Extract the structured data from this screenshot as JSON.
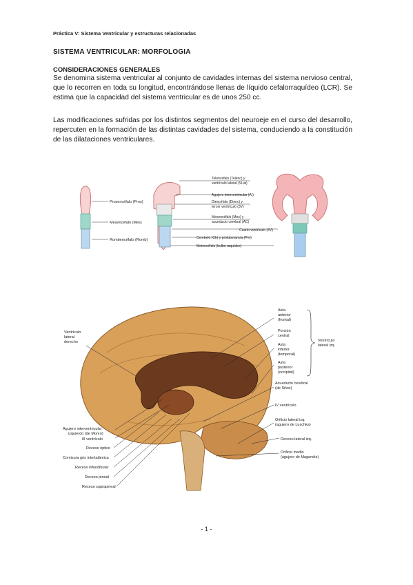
{
  "header": "Práctica V: Sistema Ventricular y estructuras relacionadas",
  "title": "SISTEMA VENTRICULAR: MORFOLOGIA",
  "subtitle": "CONSIDERACIONES GENERALES",
  "paragraph1": "Se denomina sistema ventricular al conjunto de cavidades internas del sistema nervioso central, que lo recorren en toda su longitud, encontrándose llenas de líquido cefalorraquídeo (LCR). Se estima que la capacidad del sistema ventricular es de unos 250 cc.",
  "paragraph2": "Las modificaciones sufridas por los distintos segmentos del neuroeje en el curso del desarrollo, repercuten en la formación de las distintas cavidades del sistema, conduciendo a la constitución de las dilataciones ventriculares.",
  "figure1": {
    "left_labels": [
      "Prosencéfalo (Pros)",
      "Mesencéfalo (Mes)",
      "Rombencéfalo (Romb)"
    ],
    "right_labels": [
      "Telencéfalo (Telenc) y",
      "ventrículo lateral (VLat)",
      "Agujero interventricular (AI)",
      "Diencéfalo (Dienc) y",
      "tercer ventrículo (3V)",
      "Mesencéfalo (Mes) y",
      "acueducto cerebral (AC)",
      "Cuarto ventrículo (4V)",
      "Cerebelo (Cb) y protuberancia (Pro)",
      "Metencéfalo (bulbo raquídeo)"
    ]
  },
  "figure2": {
    "left_top": [
      "Ventrículo",
      "lateral",
      "derecho"
    ],
    "right_group": [
      "Asta",
      "anterior",
      "(frontal)",
      "Porción",
      "central",
      "Asta",
      "inferior",
      "(temporal)",
      "Asta",
      "posterior",
      "(occipital)"
    ],
    "brace_label": [
      "Ventrículo",
      "lateral izq."
    ],
    "right_lower": [
      "Acueducto cerebral",
      "(de Silvio)",
      "IV ventrículo",
      "Orificio lateral izq.",
      "(agujero de Luschka)",
      "Receso lateral izq.",
      "Orificio medio",
      "(agujero de Magendie)"
    ],
    "left_bottom": [
      "Agujero interventricular",
      "izquierdo (de Monro)",
      "III ventrículo",
      "Receso óptico",
      "Comisura gris intertalámica",
      "Receso infundibular",
      "Receso pineal",
      "Receso suprapineal"
    ]
  },
  "page_number": "- 1 -",
  "colors": {
    "brain": "#d9a05a",
    "ventricle": "#6b3a1e",
    "telencephalon": "#f2b8b8",
    "diencephalon": "#7ec8b8",
    "rhomb": "#9ec4e8"
  }
}
